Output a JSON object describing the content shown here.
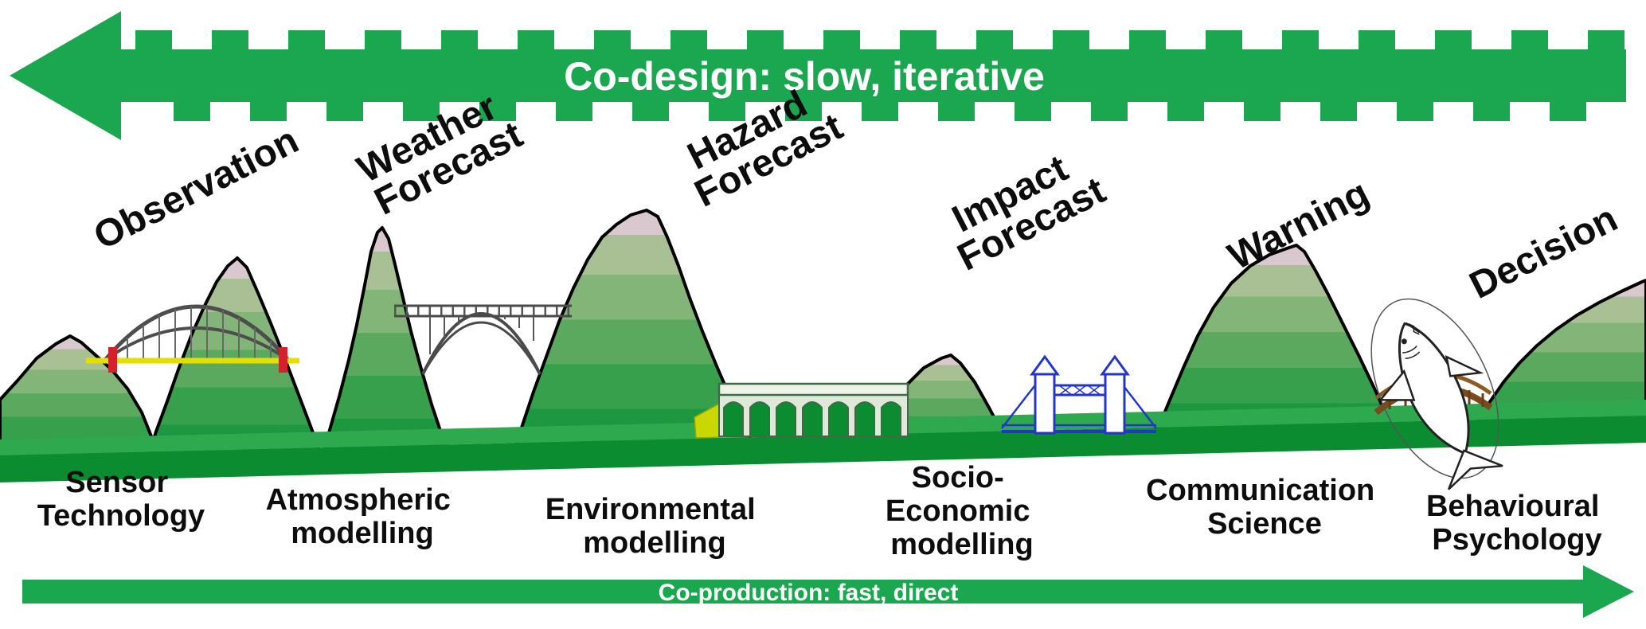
{
  "diagram": {
    "top_arrow": {
      "label": "Co-design: slow, iterative",
      "direction": "left"
    },
    "bottom_arrow": {
      "label": "Co-production: fast, direct",
      "direction": "right"
    },
    "stages": [
      {
        "name": "observation",
        "lines": [
          "Observation"
        ]
      },
      {
        "name": "weather-forecast",
        "lines": [
          "Weather",
          "Forecast"
        ]
      },
      {
        "name": "hazard-forecast",
        "lines": [
          "Hazard",
          "Forecast"
        ]
      },
      {
        "name": "impact-forecast",
        "lines": [
          "Impact",
          "Forecast"
        ]
      },
      {
        "name": "warning",
        "lines": [
          "Warning"
        ]
      },
      {
        "name": "decision",
        "lines": [
          "Decision"
        ]
      }
    ],
    "disciplines": [
      {
        "name": "sensor-technology",
        "lines": [
          "Sensor",
          "Technology"
        ]
      },
      {
        "name": "atmospheric-modelling",
        "lines": [
          "Atmospheric",
          "modelling"
        ]
      },
      {
        "name": "environmental-modelling",
        "lines": [
          "Environmental",
          "modelling"
        ]
      },
      {
        "name": "socio-economic-modelling",
        "lines": [
          "Socio-",
          "Economic",
          "modelling"
        ]
      },
      {
        "name": "communication-science",
        "lines": [
          "Communication",
          "Science"
        ]
      },
      {
        "name": "behavioural-psychology",
        "lines": [
          "Behavioural",
          "Psychology"
        ]
      }
    ],
    "icons": {
      "bridges": [
        "harbour-arch-bridge",
        "steel-arch-bridge",
        "arched-viaduct",
        "tower-bridge",
        "wooden-footbridge"
      ],
      "other": [
        "shark-sketch"
      ]
    },
    "colors": {
      "arrow_green": "#1aa74f",
      "ground_green": "#0c8c30",
      "mountain_cap_pink": "#d9c9cf",
      "mountain_green_dark": "#1d9840",
      "deck_yellow": "#e3df00",
      "pylon_red": "#d2232a",
      "tower_bridge_blue": "#2436c8",
      "wood_brown": "#7c4a1c",
      "outline_black": "#000000"
    }
  }
}
